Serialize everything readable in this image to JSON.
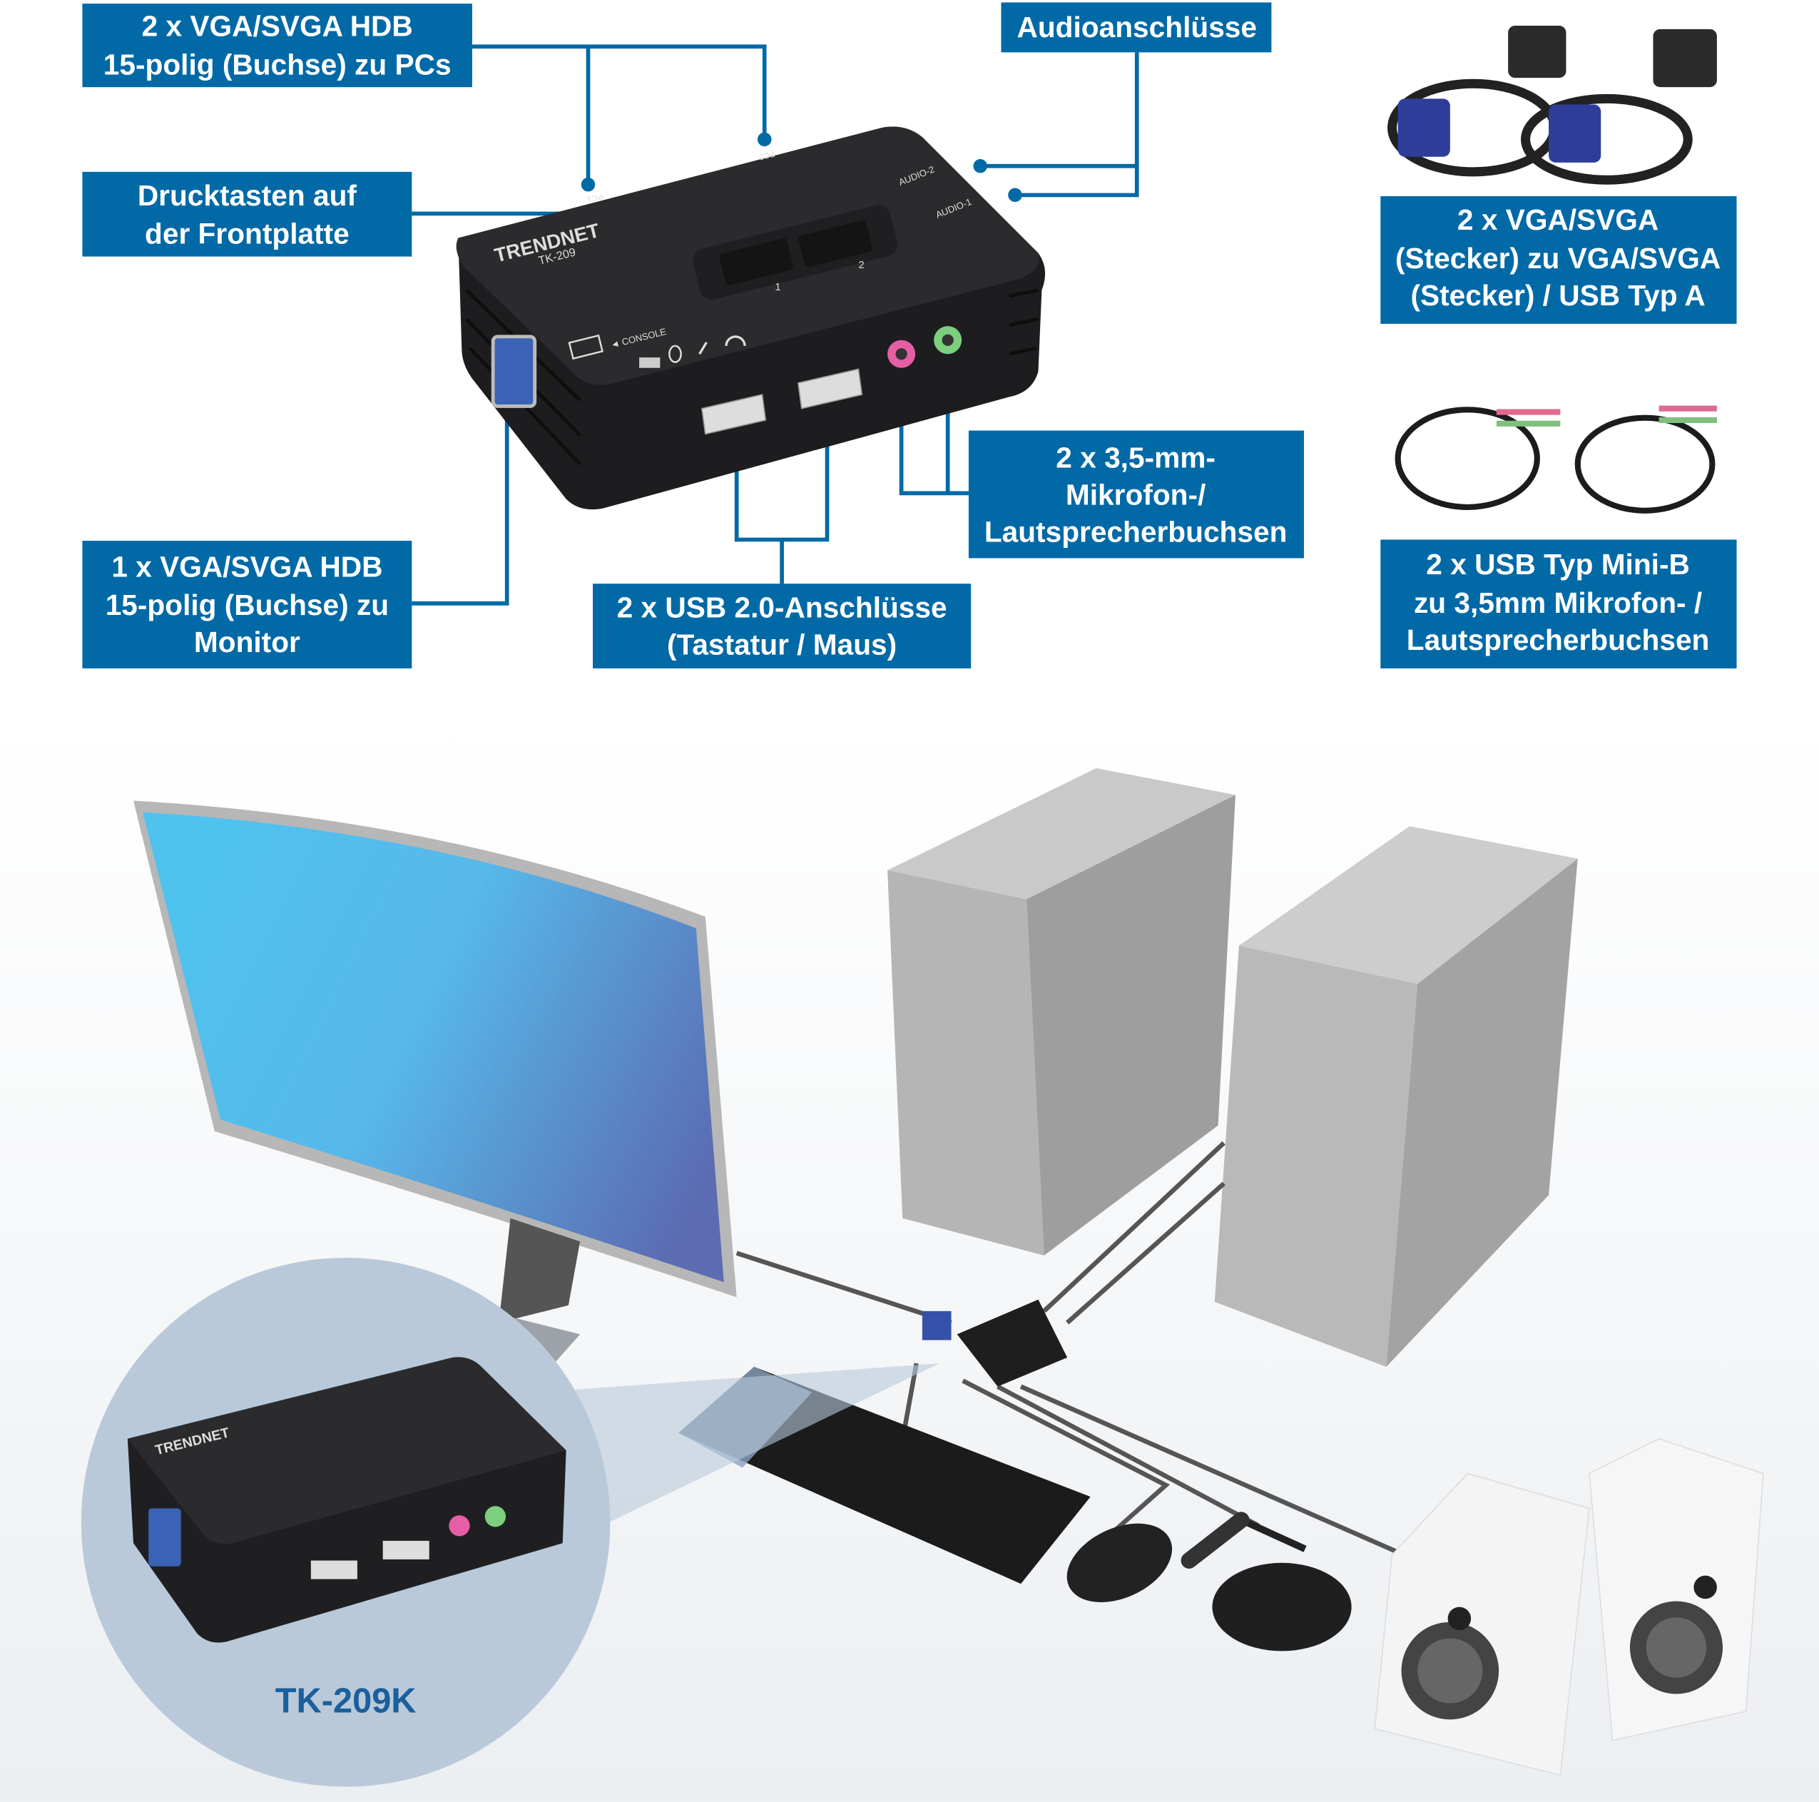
{
  "colors": {
    "label_bg": "#0069a6",
    "connector": "#0069a6",
    "inset_bg": "#b9c9da",
    "inset_title": "#1b5f9c"
  },
  "labels": {
    "vga_pcs": [
      "2 x VGA/SVGA HDB",
      "15-polig (Buchse) zu PCs"
    ],
    "audio": [
      "Audioanschlüsse"
    ],
    "buttons": [
      "Drucktasten auf",
      "der Frontplatte"
    ],
    "cable_vga": [
      "2 x VGA/SVGA",
      "(Stecker) zu VGA/SVGA",
      "(Stecker) / USB Typ A"
    ],
    "audio_jacks": [
      "2 x 3,5-mm-",
      "Mikrofon-/",
      "Lautsprecherbuchsen"
    ],
    "cable_audio": [
      "2 x USB Typ Mini-B",
      "zu 3,5mm Mikrofon- /",
      "Lautsprecherbuchsen"
    ],
    "vga_monitor": [
      "1 x VGA/SVGA HDB",
      "15-polig (Buchse) zu",
      "Monitor"
    ],
    "usb_ports": [
      "2 x USB 2.0-Anschlüsse",
      "(Tastatur / Maus)"
    ]
  },
  "device": {
    "brand": "TRENDNET",
    "model": "TK-209",
    "port_pc1": "PC1",
    "port_pc2": "PC2",
    "audio1": "AUDIO-1",
    "audio2": "AUDIO-2",
    "button1": "1",
    "button2": "2",
    "console": "◄ CONSOLE"
  },
  "inset": {
    "title": "TK-209K"
  }
}
